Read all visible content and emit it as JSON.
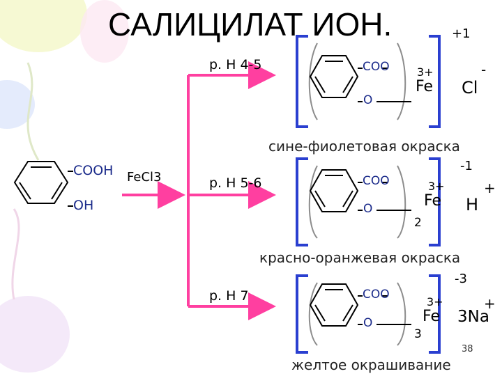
{
  "title": "САЛИЦИЛАТ ИОН.",
  "reagent": {
    "left_groups": {
      "acid_group": "COOH",
      "hydroxy_group": "OH"
    },
    "reactant": "FeCl3"
  },
  "branches": [
    {
      "ph": "р. Н 4-5",
      "ring_groups": {
        "carboxylate": "COO",
        "oxy": "O"
      },
      "complex_charge": "+1",
      "metal": "Fe",
      "metal_charge": "3+",
      "coefficient": "",
      "counter_ion": "Cl",
      "counter_charge": "-",
      "color_note": "сине-фиолетовая окраска"
    },
    {
      "ph": "р. Н 5-6",
      "ring_groups": {
        "carboxylate": "COO",
        "oxy": "O"
      },
      "complex_charge": "-1",
      "metal": "Fe",
      "metal_charge": "3+",
      "coefficient": "2",
      "counter_ion": "H",
      "counter_charge": "+",
      "color_note": "красно-оранжевая окраска"
    },
    {
      "ph": "р. Н 7",
      "ring_groups": {
        "carboxylate": "COO",
        "oxy": "O"
      },
      "complex_charge": "-3",
      "metal": "Fe",
      "metal_charge": "3+",
      "coefficient": "3",
      "counter_ion": "3Na",
      "counter_charge": "+",
      "color_note": "желтое окрашивание"
    }
  ],
  "page_number": "38",
  "colors": {
    "arrow": "#ff3fa0",
    "bracket": "#2a3fd0",
    "inner_bracket": "#8c8c8c"
  }
}
